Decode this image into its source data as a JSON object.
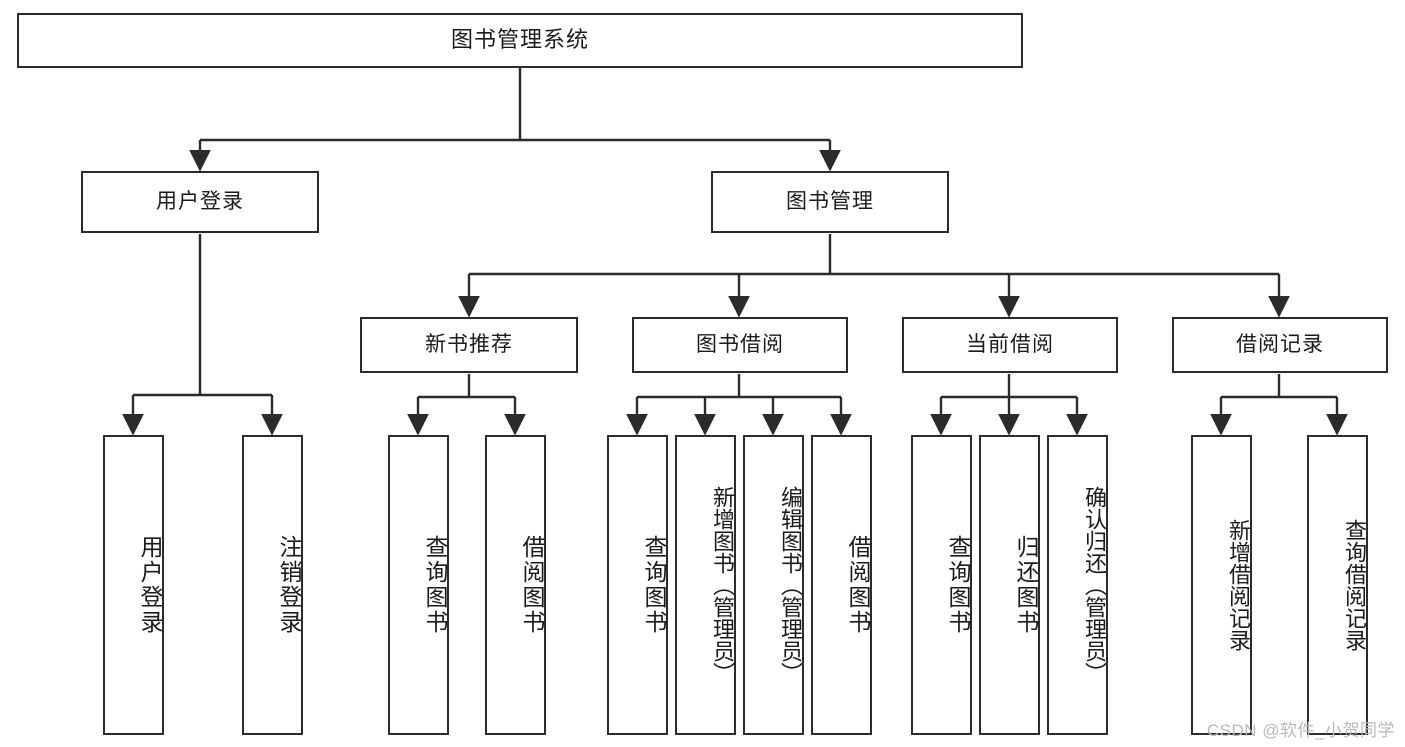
{
  "diagram": {
    "title": "图书管理系统",
    "type": "hierarchy-tree",
    "colors": {
      "background": "#ffffff",
      "node_fill": "#ffffff",
      "node_stroke": "#2b2b2b",
      "connector": "#2b2b2b",
      "text": "#1b1b1b",
      "watermark": "#b9b9b9"
    },
    "root": {
      "label": "图书管理系统"
    },
    "level2": [
      {
        "label": "用户登录"
      },
      {
        "label": "图书管理"
      }
    ],
    "level3": [
      {
        "label": "新书推荐"
      },
      {
        "label": "图书借阅"
      },
      {
        "label": "当前借阅"
      },
      {
        "label": "借阅记录"
      }
    ],
    "leaves": {
      "user_login": [
        {
          "label": "用户登录"
        },
        {
          "label": "注销登录"
        }
      ],
      "new_book_recommend": [
        {
          "label": "查询图书"
        },
        {
          "label": "借阅图书"
        }
      ],
      "book_borrow": [
        {
          "label": "查询图书"
        },
        {
          "label": "新增图书（管理员）"
        },
        {
          "label": "编辑图书（管理员）"
        },
        {
          "label": "借阅图书"
        }
      ],
      "current_borrow": [
        {
          "label": "查询图书"
        },
        {
          "label": "归还图书"
        },
        {
          "label": "确认归还（管理员）"
        }
      ],
      "borrow_record": [
        {
          "label": "新增借阅记录"
        },
        {
          "label": "查询借阅记录"
        }
      ]
    }
  },
  "watermark": {
    "text": "CSDN @软件_小贺同学"
  }
}
